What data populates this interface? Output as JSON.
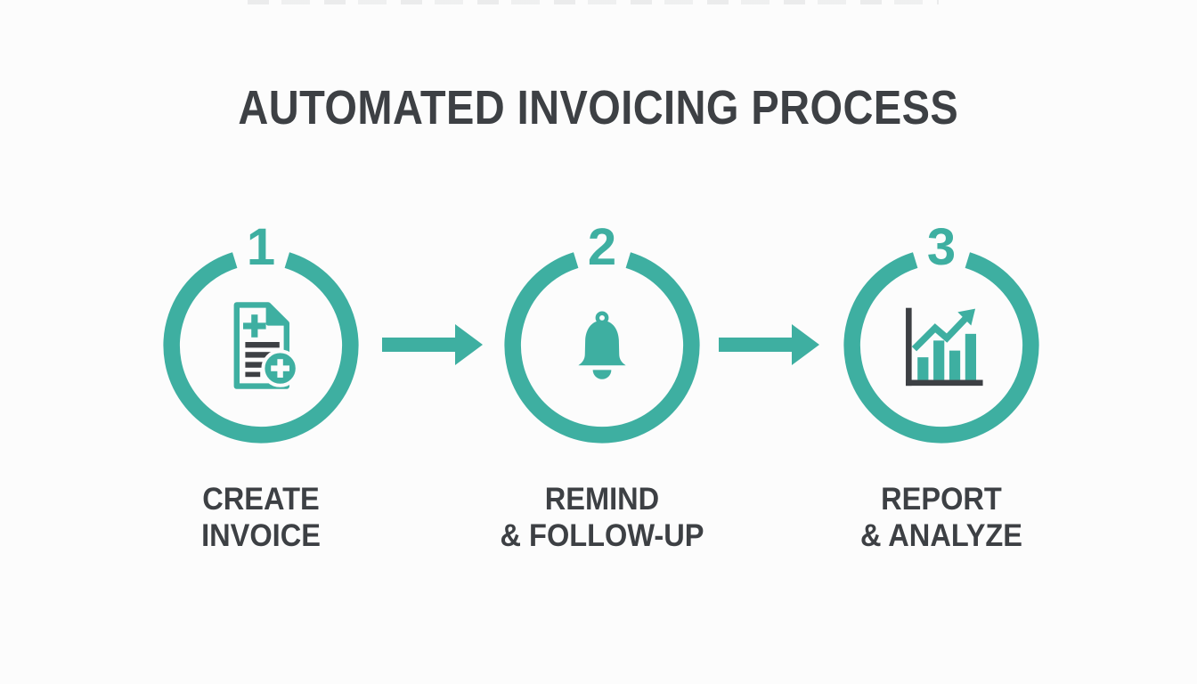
{
  "title": "AUTOMATED INVOICING PROCESS",
  "colors": {
    "accent_teal": "#3EAFA1",
    "text_dark": "#3D4044",
    "background": "#FCFCFC"
  },
  "steps": [
    {
      "number": "1",
      "icon": "invoice-document-add-icon",
      "label": [
        "CREATE",
        "INVOICE"
      ]
    },
    {
      "number": "2",
      "icon": "reminder-bell-icon",
      "label": [
        "REMIND",
        "& FOLLOW-UP"
      ]
    },
    {
      "number": "3",
      "icon": "bar-chart-growth-icon",
      "label": [
        "REPORT",
        "& ANALYZE"
      ]
    }
  ],
  "connectors": [
    {
      "type": "arrow-right"
    },
    {
      "type": "arrow-right"
    }
  ]
}
